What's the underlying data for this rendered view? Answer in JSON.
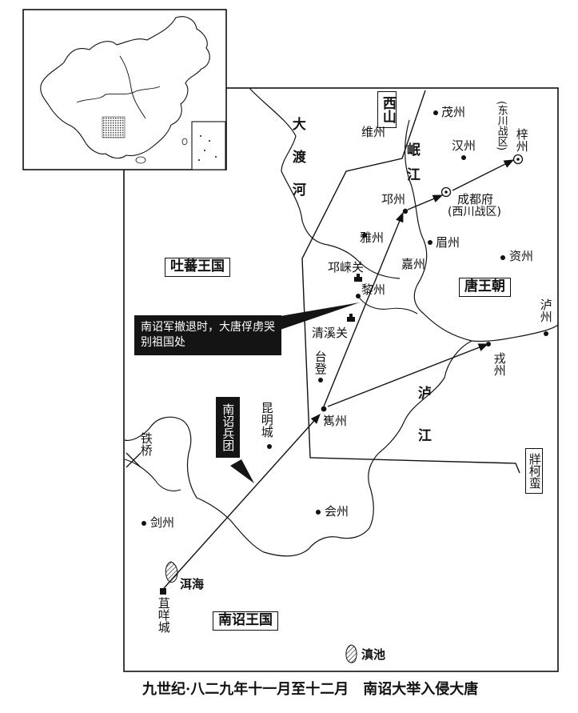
{
  "inset": {
    "label": ""
  },
  "regions": {
    "tubo": "吐蕃王国",
    "tang": "唐王朝",
    "nanzhao": "南诏王国",
    "xishan": "西山",
    "zangke": "牂柯蛮"
  },
  "places": {
    "maozhou": "茂州",
    "weizhou": "维州",
    "hanzhou": "汉州",
    "zizhou": "梓州",
    "dongchuan": "(东川战区)",
    "qiongzhou": "邛州",
    "chengdu": "成都府",
    "xichuan": "(西川战区)",
    "yazhou": "雅州",
    "meizhou": "眉州",
    "jiazhou": "嘉州",
    "ziyzhou": "资州",
    "qionglaiguan": "邛崃关",
    "lizhou": "黎州",
    "qingxiguan": "清溪关",
    "luzhou": "泸州",
    "taideng": "台登",
    "rongzhou": "戎州",
    "kunming": "昆明城",
    "xizhou": "嶲州",
    "tieqiao": "铁桥",
    "huizhou": "会州",
    "jianzhou": "剑州",
    "erhai": "洱海",
    "juxiancheng": "苴咩城",
    "dianchi": "滇池"
  },
  "rivers": {
    "dadu": "大渡河",
    "minjiang": "岷江",
    "lujiang": "泸江"
  },
  "notes": {
    "retreat": "南诏军撤退时，大唐俘虏哭别祖国处",
    "army": "南诏兵团"
  },
  "caption": "九世纪·八二九年十一月至十二月　南诏大举入侵大唐"
}
